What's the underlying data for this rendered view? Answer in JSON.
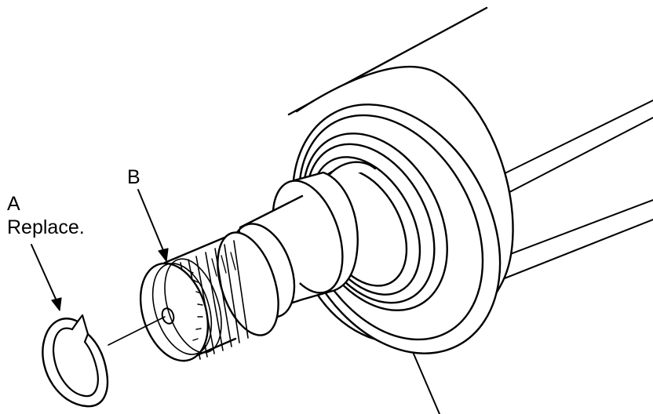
{
  "colors": {
    "ink": "#000000",
    "paper": "#ffffff"
  },
  "callouts": {
    "a": {
      "letter": "A",
      "note": "Replace."
    },
    "b": {
      "letter": "B"
    }
  }
}
